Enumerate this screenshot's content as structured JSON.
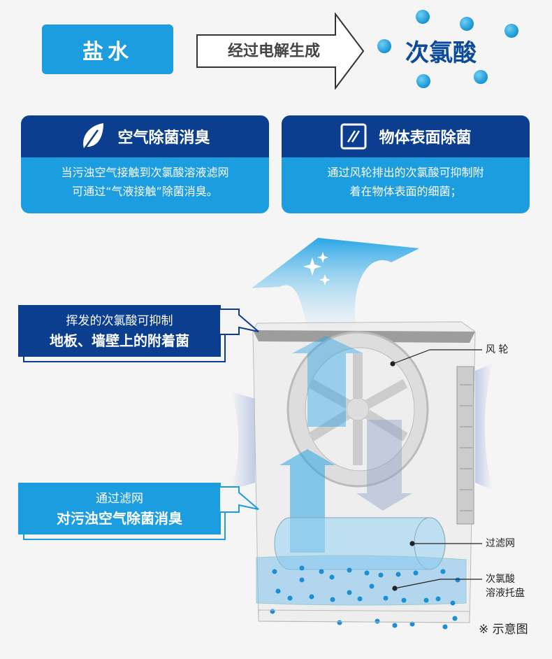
{
  "top": {
    "input": "盐水",
    "process": "经过电解生成",
    "output": "次氯酸"
  },
  "cards": [
    {
      "title": "空气除菌消臭",
      "icon": "leaf-icon",
      "lines": [
        "当污浊空气接触到次氯酸溶液滤网",
        "可通过“气液接触”除菌消臭。"
      ]
    },
    {
      "title": "物体表面除菌",
      "icon": "surface-icon",
      "lines": [
        "通过风轮排出的次氯酸可抑制附",
        "着在物体表面的细菌；"
      ]
    }
  ],
  "callouts": [
    {
      "line1": "挥发的次氯酸可抑制",
      "line2": "地板、墙壁上的附着菌",
      "color": "#0b3e8f"
    },
    {
      "line1": "通过滤网",
      "line2": "对污浊空气除菌消臭",
      "color": "#1b9de0"
    }
  ],
  "labels": {
    "fan": "风 轮",
    "filter": "过滤网",
    "tray1": "次氯酸",
    "tray2": "溶液托盘",
    "note": "※ 示意图"
  },
  "colors": {
    "light_blue": "#1b9de0",
    "navy": "#0b3e8f"
  }
}
